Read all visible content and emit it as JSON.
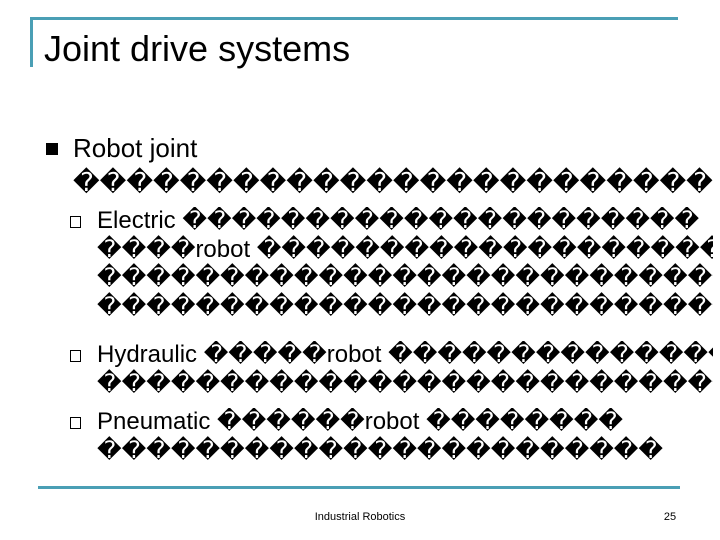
{
  "slide": {
    "title": "Joint drive systems",
    "bullet": {
      "line1": "Robot joint",
      "line2": "��������������������������"
    },
    "sub_bullets": [
      {
        "lines": [
          "Electric ���������������������",
          "����robot ��������������������",
          "��������������������������",
          "������������������������������"
        ]
      },
      {
        "lines": [
          "Hydraulic �����robot ��������������",
          "����������������������������������"
        ]
      },
      {
        "lines": [
          "Pneumatic ������robot ��������",
          "�����������������������"
        ]
      }
    ]
  },
  "footer": {
    "center": "Industrial Robotics",
    "page": "25"
  },
  "colors": {
    "accent": "#4a9fb5",
    "text": "#000000"
  }
}
